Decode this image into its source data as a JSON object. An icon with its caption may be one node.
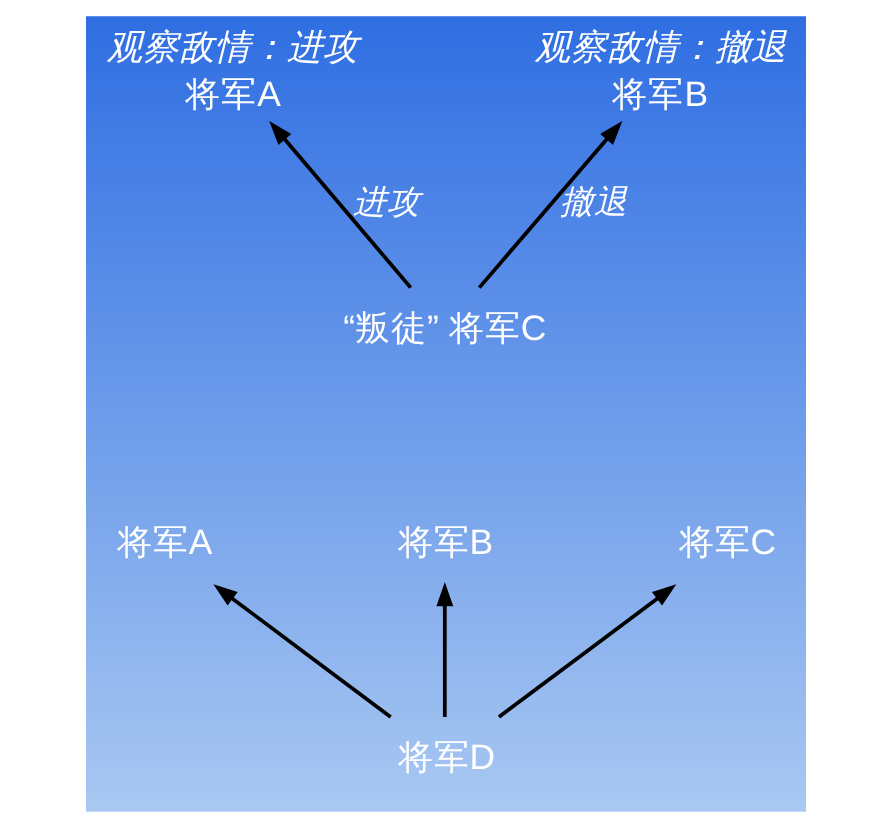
{
  "diagram": {
    "nodes": [
      {
        "text": [
          "将军A"
        ],
        "beside": [
          "观察敌情：进攻"
        ]
      },
      {
        "text": [
          "将军B"
        ],
        "beside": [
          "观察敌情：撤退"
        ]
      },
      {
        "text": [
          "“叛徒” 将军C"
        ]
      },
      {
        "text": [
          "将军A"
        ]
      },
      {
        "text": [
          "将军B"
        ]
      },
      {
        "text": [
          "将军C"
        ]
      },
      {
        "text": [
          "将军D"
        ]
      }
    ],
    "edges": [
      {
        "from": 2,
        "to": 0,
        "arrow": "to",
        "label": "进攻"
      },
      {
        "from": 2,
        "to": 1,
        "arrow": "to",
        "label": "撤退"
      },
      {
        "from": 6,
        "to": 3,
        "arrow": "to"
      },
      {
        "from": 6,
        "to": 4,
        "arrow": "to"
      },
      {
        "from": 6,
        "to": 5,
        "arrow": "to"
      }
    ]
  }
}
